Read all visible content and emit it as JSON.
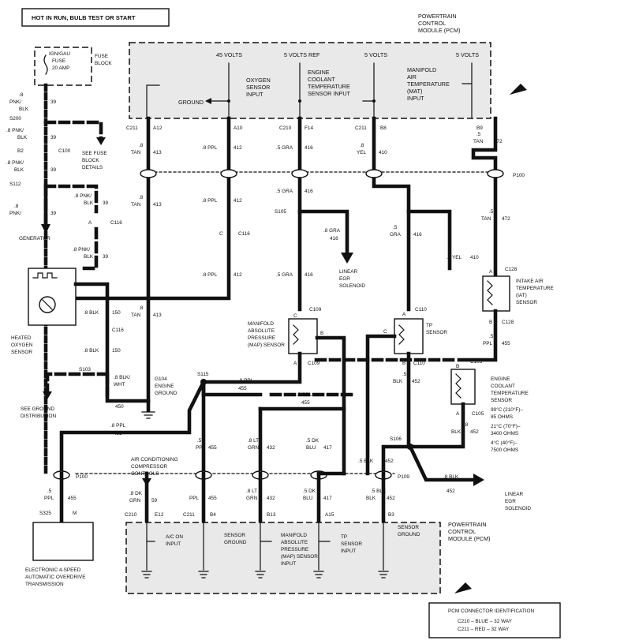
{
  "header": {
    "power_condition": "HOT IN RUN, BULB TEST OR START"
  },
  "fuse": {
    "line1": "IGN/GAU",
    "line2": "FUSE",
    "line3": "20 AMP",
    "block_line1": "FUSE",
    "block_line2": "BLOCK"
  },
  "left_feed": {
    "wire1_size": ".8",
    "wire1_color": "PNK/",
    "wire1_num": "39",
    "wire1_color2": "BLK",
    "s200": "S200",
    "see_fuse1": "SEE FUSE",
    "see_fuse2": "BLOCK",
    "see_fuse3": "DETAILS",
    "wire2_size": ".8 PNK/",
    "wire2_color": "BLK",
    "wire2_num": "39",
    "b2": "B2",
    "c100": "C100",
    "wire3_size": ".8 PNK/",
    "wire3_color": "BLK",
    "wire3_num": "39",
    "s112": "S112",
    "wire4_size": ".8 PNK/",
    "wire4_color": "BLK",
    "wire4_num": "39",
    "c116_pin": "A",
    "c116": "C116",
    "wire5_size": ".8 PNK/",
    "wire5_color": "BLK",
    "wire5_num": "39",
    "wire6_size": ".8",
    "wire6_color": "PNK/",
    "wire6_num": "39",
    "generator": "GENERATOR"
  },
  "pcm_top": {
    "title1": "POWERTRAIN",
    "title2": "CONTROL",
    "title3": "MODULE (PCM)",
    "v45": "45 VOLTS",
    "v5ref": "5 VOLTS REF",
    "v5a": "5 VOLTS",
    "v5b": "5 VOLTS",
    "o2_1": "OXYGEN",
    "o2_2": "SENSOR",
    "o2_3": "INPUT",
    "ect_1": "ENGINE",
    "ect_2": "COOLANT",
    "ect_3": "TEMPERATURE",
    "ect_4": "SENSOR INPUT",
    "mat_1": "MANIFOLD",
    "mat_2": "AIR",
    "mat_3": "TEMPERATURE",
    "mat_4": "(MAT)",
    "mat_5": "INPUT",
    "ground": "GROUND",
    "pins": [
      {
        "conn": "C211",
        "pin": "A12"
      },
      {
        "conn": "",
        "pin": "A10"
      },
      {
        "conn": "C210",
        "pin": "F14"
      },
      {
        "conn": "C211",
        "pin": "B8"
      },
      {
        "conn": "",
        "pin": "B9"
      }
    ]
  },
  "wires": {
    "w413": {
      "size": ".8",
      "color": "TAN",
      "num": "413"
    },
    "w412": {
      "label": ".8 PPL",
      "num": "412"
    },
    "c116_pin": "C",
    "c116": "C116",
    "w416": {
      "label": ".5 GRA",
      "num": "416"
    },
    "s105": "S105",
    "w416_egr": {
      "label": ".8 GRA",
      "num": "416"
    },
    "egr_top_1": "LINEAR",
    "egr_top_2": "EGR",
    "egr_top_3": "SOLENOID",
    "w410": {
      "size": ".8",
      "color": "YEL",
      "num": "410"
    },
    "w416b": {
      "size": ".5",
      "color": "GRA",
      "num": "416"
    },
    "w410b": {
      "label": ".8 YEL",
      "num": "410"
    },
    "w472": {
      "size": ".5",
      "color": "TAN",
      "num": "472"
    },
    "p100": "P100",
    "w432": {
      "size": ".8 LT",
      "color": "GRN",
      "num": "432"
    },
    "w417": {
      "size": ".5 DK",
      "color": "BLU",
      "num": "417"
    }
  },
  "iat": {
    "pin_a": "A",
    "pin_b": "B",
    "c128": "C128",
    "label1": "INTAKE AIR",
    "label2": "TEMPERATURE",
    "label3": "(IAT)",
    "label4": "SENSOR",
    "wire_size": ".5",
    "wire_color": "PPL",
    "wire_num": "455"
  },
  "ect": {
    "c105": "C105",
    "pin_a": "A",
    "pin_b": "B",
    "label1": "ENGINE",
    "label2": "COOLANT",
    "label3": "TEMPERATURE",
    "label4": "SENSOR",
    "spec1": "99°C (210°F)–",
    "spec2": "85 OHMS",
    "spec3": "21°C (70°F)–",
    "spec4": "3400 OHMS",
    "spec5": "4°C (40°F)–",
    "spec6": "7500 OHMS",
    "wire_size": ".8",
    "wire_color": "BLK",
    "wire_num": "452"
  },
  "map": {
    "pin_a": "A",
    "pin_b": "B",
    "pin_c": "C",
    "c109": "C109",
    "label1": "MANIFOLD",
    "label2": "ABSOLUTE",
    "label3": "PRESSURE",
    "label4": "(MAP) SENSOR"
  },
  "tp": {
    "pin_a": "A",
    "pin_b": "B",
    "pin_c": "C",
    "c110": "C110",
    "label1": "TP",
    "label2": "SENSOR",
    "wire_size": ".5",
    "wire_color": "BLK",
    "wire_num": "452"
  },
  "splices": {
    "s115": "S115",
    "s106": "S106",
    "w455_ppl_a": ".8 PPL",
    "w455_ppl_b": ".5 PPL",
    "w455_num": "455",
    "w455_trans_label": ".8 PPL",
    "w455_down_size": ".5",
    "w455_down_color": "PPL",
    "w452_label": ".5 BLK",
    "w452_num": "452",
    "w452_egr_label": ".8 BLK",
    "egr_bot_1": "LINEAR",
    "egr_bot_2": "EGR",
    "egr_bot_3": "SOLENOID"
  },
  "o2": {
    "label1": "HEATED",
    "label2": "OXYGEN",
    "label3": "SENSOR",
    "w150_label": ".8 BLK",
    "w150_num": "150",
    "c116": "C116",
    "s103": "S103",
    "see_ground1": "SEE GROUND",
    "see_ground2": "DISTRIBUTION",
    "w450_label1": ".8 BLK/",
    "w450_label2": "WHT",
    "w450_num": "450",
    "g104": "G104",
    "engine": "ENGINE",
    "ground": "GROUND"
  },
  "bottom": {
    "p100": "P100",
    "p109": "P109",
    "w455_size": ".5",
    "w455_color": "PPL",
    "w455_num": "455",
    "s325": "S325",
    "s325_pin": "M",
    "ac1": "AIR CONDITIONING",
    "ac2": "COMPRESSOR",
    "ac3": "CONTROLS",
    "w59_size": ".8 DK",
    "w59_color": "GRN",
    "w59_num": "59",
    "w452_size": ".5 BLK",
    "w452_color": "BLK",
    "w452_num": "452",
    "trans1": "ELECTRONIC 4-SPEED",
    "trans2": "AUTOMATIC OVERDRIVE",
    "trans3": "TRANSMISSION",
    "pins": [
      {
        "conn": "C210",
        "pin": "E12"
      },
      {
        "conn": "C211",
        "pin": "B4"
      },
      {
        "conn": "",
        "pin": "B13"
      },
      {
        "conn": "",
        "pin": "A15"
      },
      {
        "conn": "",
        "pin": "B3"
      }
    ]
  },
  "pcm_bottom": {
    "title1": "POWERTRAIN",
    "title2": "CONTROL",
    "title3": "MODULE (PCM)",
    "ac_on1": "A/C ON",
    "ac_on2": "INPUT",
    "sg1": "SENSOR",
    "sg2": "GROUND",
    "map1": "MANIFOLD",
    "map2": "ABSOLUTE",
    "map3": "PRESSURE",
    "map4": "(MAP) SENSOR",
    "map5": "INPUT",
    "tp1": "TP",
    "tp2": "SENSOR",
    "tp3": "INPUT"
  },
  "connector_id": {
    "title": "PCM CONNECTOR IDENTIFICATION",
    "c210": "C210 – BLUE – 32 WAY",
    "c211": "C211 – RED – 32 WAY"
  }
}
